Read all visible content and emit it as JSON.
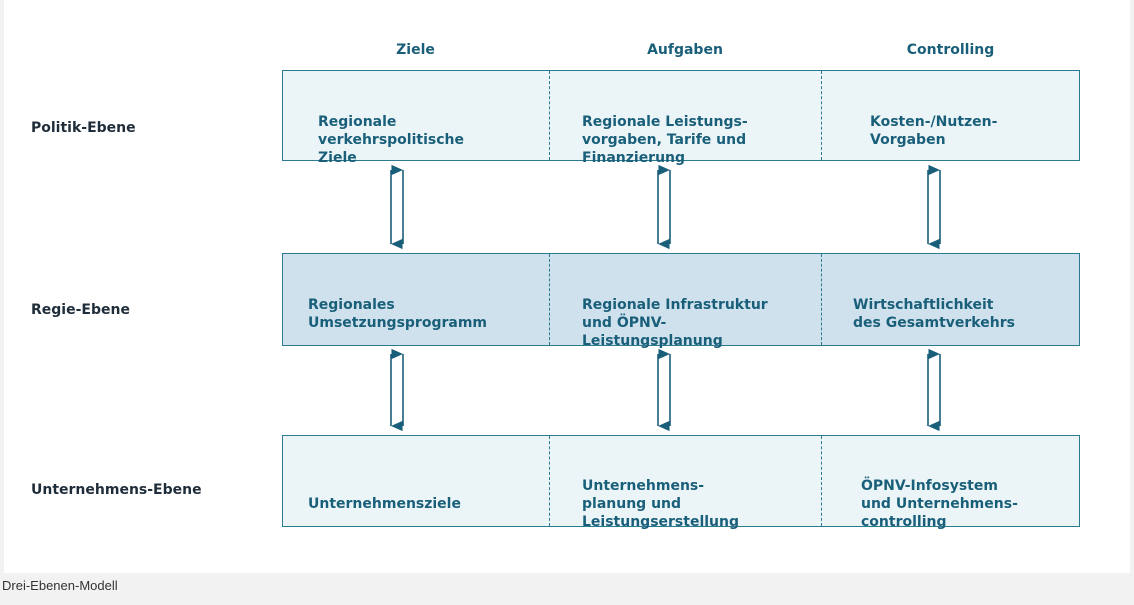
{
  "columns": {
    "ziele": "Ziele",
    "aufgaben": "Aufgaben",
    "controlling": "Controlling"
  },
  "rows": {
    "politik": {
      "label": "Politik-Ebene",
      "cells": [
        [
          "Regionale",
          "verkehrspolitische",
          "Ziele"
        ],
        [
          "Regionale Leistungs-",
          "vorgaben, Tarife und",
          "Finanzierung"
        ],
        [
          "Kosten-/Nutzen-",
          "Vorgaben"
        ]
      ]
    },
    "regie": {
      "label": "Regie-Ebene",
      "cells": [
        [
          "Regionales",
          "Umsetzungsprogramm"
        ],
        [
          "Regionale Infrastruktur",
          "und ÖPNV-",
          "Leistungsplanung"
        ],
        [
          "Wirtschaftlichkeit",
          "des Gesamtverkehrs"
        ]
      ]
    },
    "unternehmen": {
      "label": "Unternehmens-Ebene",
      "cells": [
        [
          "Unternehmensziele"
        ],
        [
          "Unternehmens-",
          "planung und",
          "Leistungserstellung"
        ],
        [
          "ÖPNV-Infosystem",
          "und Unternehmens-",
          "controlling"
        ]
      ]
    }
  },
  "caption": "Drei-Ebenen-Modell",
  "colors": {
    "accent": "#1a5f7a",
    "border": "#2b7a8f",
    "band_light": "#ebf5f8",
    "band_mid": "#cfe1ec"
  }
}
